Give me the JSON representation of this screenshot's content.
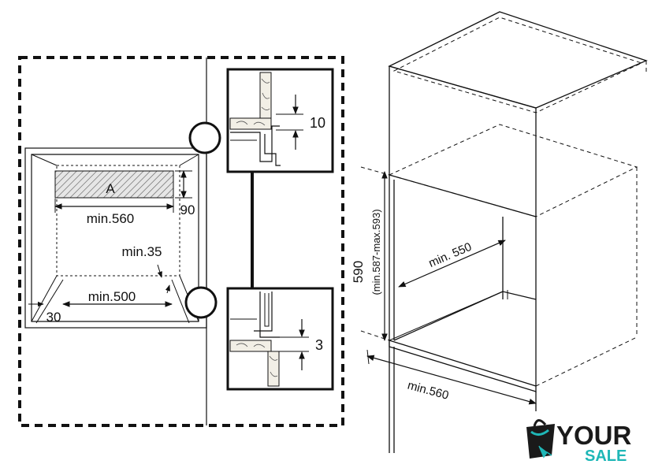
{
  "front_view": {
    "label_A": "A",
    "dim_top_width": "min.560",
    "dim_top_height": "90",
    "dim_side_gap": "min.35",
    "dim_bottom_width": "min.500",
    "dim_bottom_depth": "30"
  },
  "details": {
    "top_gap": "10",
    "bottom_gap": "3"
  },
  "cabinet_view": {
    "dim_height": "590",
    "dim_height_range": "(min.587-max.593)",
    "dim_depth": "min. 550",
    "dim_width": "min.560"
  },
  "logo": {
    "line1": "YOUR",
    "line2": "SALE",
    "color_dark": "#1a1a1a",
    "color_accent": "#1fb7b7"
  }
}
